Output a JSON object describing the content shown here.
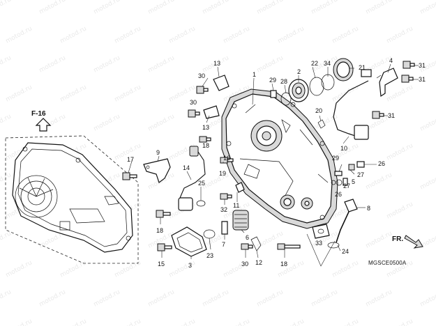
{
  "watermark": "motod.ru",
  "diagram_code": "MGSCE0500A",
  "reference_label": "F-16",
  "direction_label": "FR.",
  "callouts": [
    {
      "id": "c1",
      "text": "1"
    },
    {
      "id": "c2",
      "text": "2"
    },
    {
      "id": "c3",
      "text": "3"
    },
    {
      "id": "c4",
      "text": "4"
    },
    {
      "id": "c5",
      "text": "5"
    },
    {
      "id": "c6",
      "text": "6"
    },
    {
      "id": "c7",
      "text": "7"
    },
    {
      "id": "c8",
      "text": "8"
    },
    {
      "id": "c9",
      "text": "9"
    },
    {
      "id": "c10",
      "text": "10"
    },
    {
      "id": "c11",
      "text": "11"
    },
    {
      "id": "c12",
      "text": "12"
    },
    {
      "id": "c13a",
      "text": "13"
    },
    {
      "id": "c13b",
      "text": "13"
    },
    {
      "id": "c14",
      "text": "14"
    },
    {
      "id": "c15",
      "text": "15"
    },
    {
      "id": "c16",
      "text": "16"
    },
    {
      "id": "c17",
      "text": "17"
    },
    {
      "id": "c18a",
      "text": "18"
    },
    {
      "id": "c18b",
      "text": "18"
    },
    {
      "id": "c18c",
      "text": "18"
    },
    {
      "id": "c19",
      "text": "19"
    },
    {
      "id": "c20",
      "text": "20"
    },
    {
      "id": "c21",
      "text": "21"
    },
    {
      "id": "c22",
      "text": "22"
    },
    {
      "id": "c23",
      "text": "23"
    },
    {
      "id": "c24",
      "text": "24"
    },
    {
      "id": "c25",
      "text": "25"
    },
    {
      "id": "c26a",
      "text": "26"
    },
    {
      "id": "c26b",
      "text": "26"
    },
    {
      "id": "c27a",
      "text": "27"
    },
    {
      "id": "c27b",
      "text": "27"
    },
    {
      "id": "c28",
      "text": "28"
    },
    {
      "id": "c29a",
      "text": "29"
    },
    {
      "id": "c29b",
      "text": "29"
    },
    {
      "id": "c30a",
      "text": "30"
    },
    {
      "id": "c30b",
      "text": "30"
    },
    {
      "id": "c30c",
      "text": "30"
    },
    {
      "id": "c31a",
      "text": "31"
    },
    {
      "id": "c31b",
      "text": "31"
    },
    {
      "id": "c31c",
      "text": "31"
    },
    {
      "id": "c32",
      "text": "32"
    },
    {
      "id": "c33",
      "text": "33"
    },
    {
      "id": "c34",
      "text": "34"
    }
  ]
}
